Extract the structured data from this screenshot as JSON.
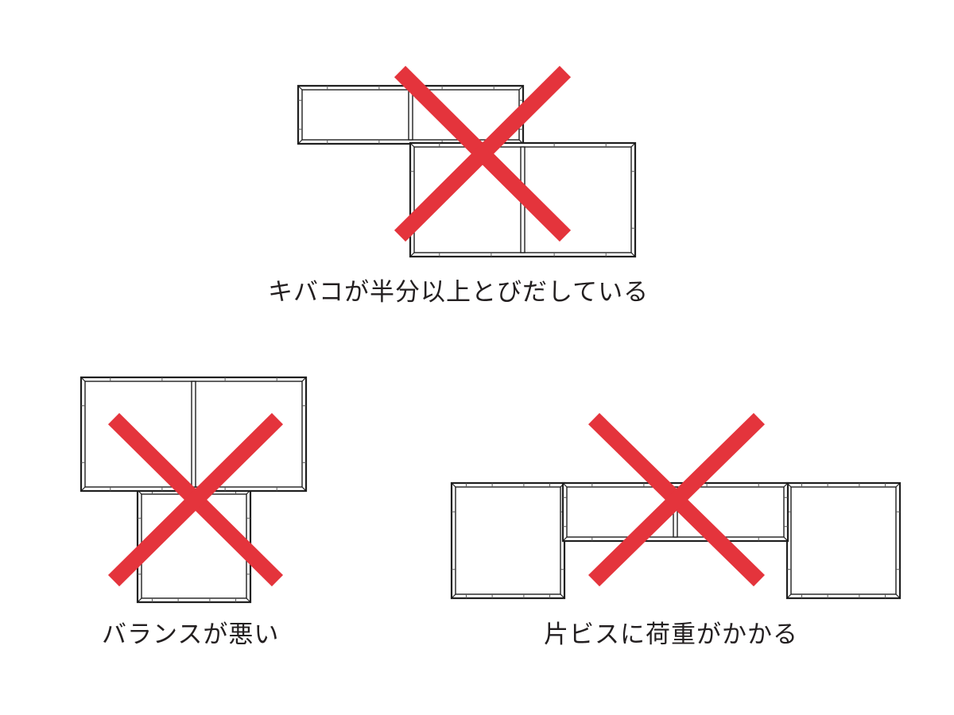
{
  "diagram": {
    "examples": [
      {
        "caption": "キバコが半分以上とびだしている",
        "verdict": "NG",
        "cross_icon": "red-x-icon",
        "cross_color": "#e4343c"
      },
      {
        "caption": "バランスが悪い",
        "verdict": "NG",
        "cross_icon": "red-x-icon",
        "cross_color": "#e4343c"
      },
      {
        "caption": "片ビスに荷重がかかる",
        "verdict": "NG",
        "cross_icon": "red-x-icon",
        "cross_color": "#e4343c"
      }
    ],
    "line_color": "#1f1f1f",
    "background": "#ffffff"
  }
}
